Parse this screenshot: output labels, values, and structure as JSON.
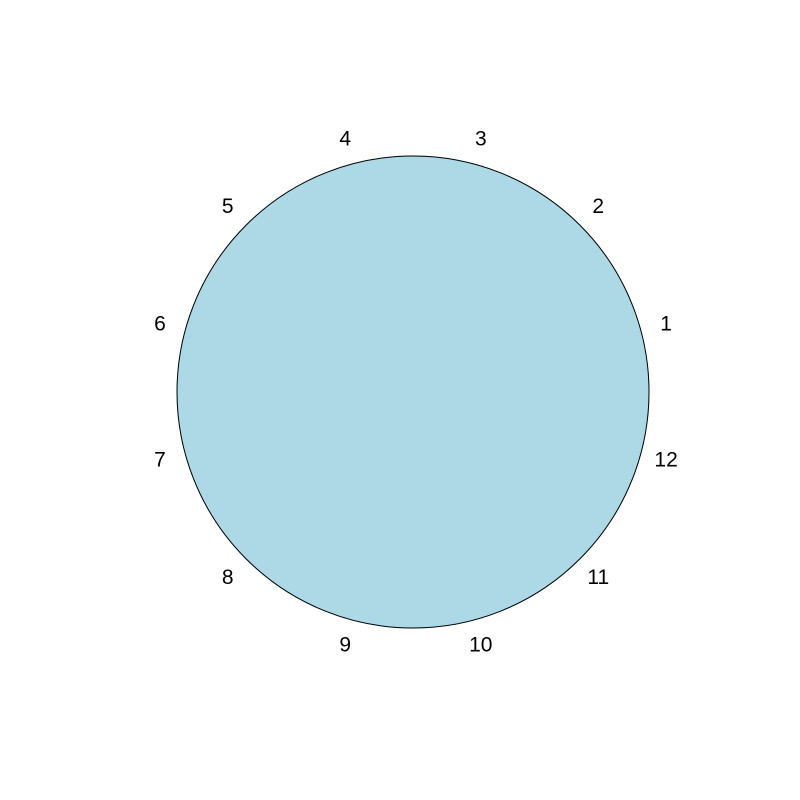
{
  "chart_data": {
    "type": "pie",
    "title": "",
    "labels": [
      "1",
      "2",
      "3",
      "4",
      "5",
      "6",
      "7",
      "8",
      "9",
      "10",
      "11",
      "12"
    ],
    "values": [
      1,
      1,
      1,
      1,
      1,
      1,
      1,
      1,
      1,
      1,
      1,
      1
    ],
    "colors": [
      "#add8e6",
      "#add8e6",
      "#add8e6",
      "#add8e6",
      "#add8e6",
      "#add8e6",
      "#add8e6",
      "#add8e6",
      "#add8e6",
      "#add8e6",
      "#add8e6",
      "#add8e6"
    ],
    "border_color": "#000000",
    "slice_borders_visible": false,
    "start_angle_deg": 0,
    "direction": "counterclockwise"
  }
}
